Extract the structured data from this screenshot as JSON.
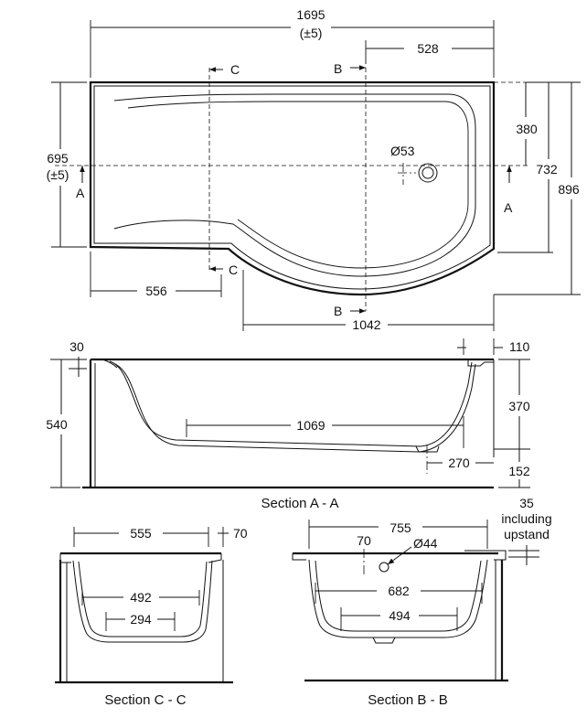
{
  "plan": {
    "overall_length": "1695",
    "overall_length_tol": "(±5)",
    "shower_end": "528",
    "section_c": "C",
    "section_b": "B",
    "section_a": "A",
    "width": "695",
    "width_tol": "(±5)",
    "waste_dia": "Ø53",
    "waste_offset": "380",
    "shower_width": "732",
    "overall_width": "896",
    "straight_length": "556",
    "curve_length": "1042"
  },
  "section_a": {
    "rim_width": "30",
    "upstand": "110",
    "height": "540",
    "depth": "370",
    "base_length": "1069",
    "waste_offset": "270",
    "base_height": "152",
    "caption": "Section A - A"
  },
  "section_c": {
    "top_width": "555",
    "rim": "70",
    "mid_width": "492",
    "base_width": "294",
    "caption": "Section C - C"
  },
  "section_b": {
    "upstand_value": "35",
    "upstand_line1": "including",
    "upstand_line2": "upstand",
    "top_width": "755",
    "waste_offset": "70",
    "waste_dia": "Ø44",
    "mid_width": "682",
    "base_width": "494",
    "caption": "Section B - B"
  }
}
